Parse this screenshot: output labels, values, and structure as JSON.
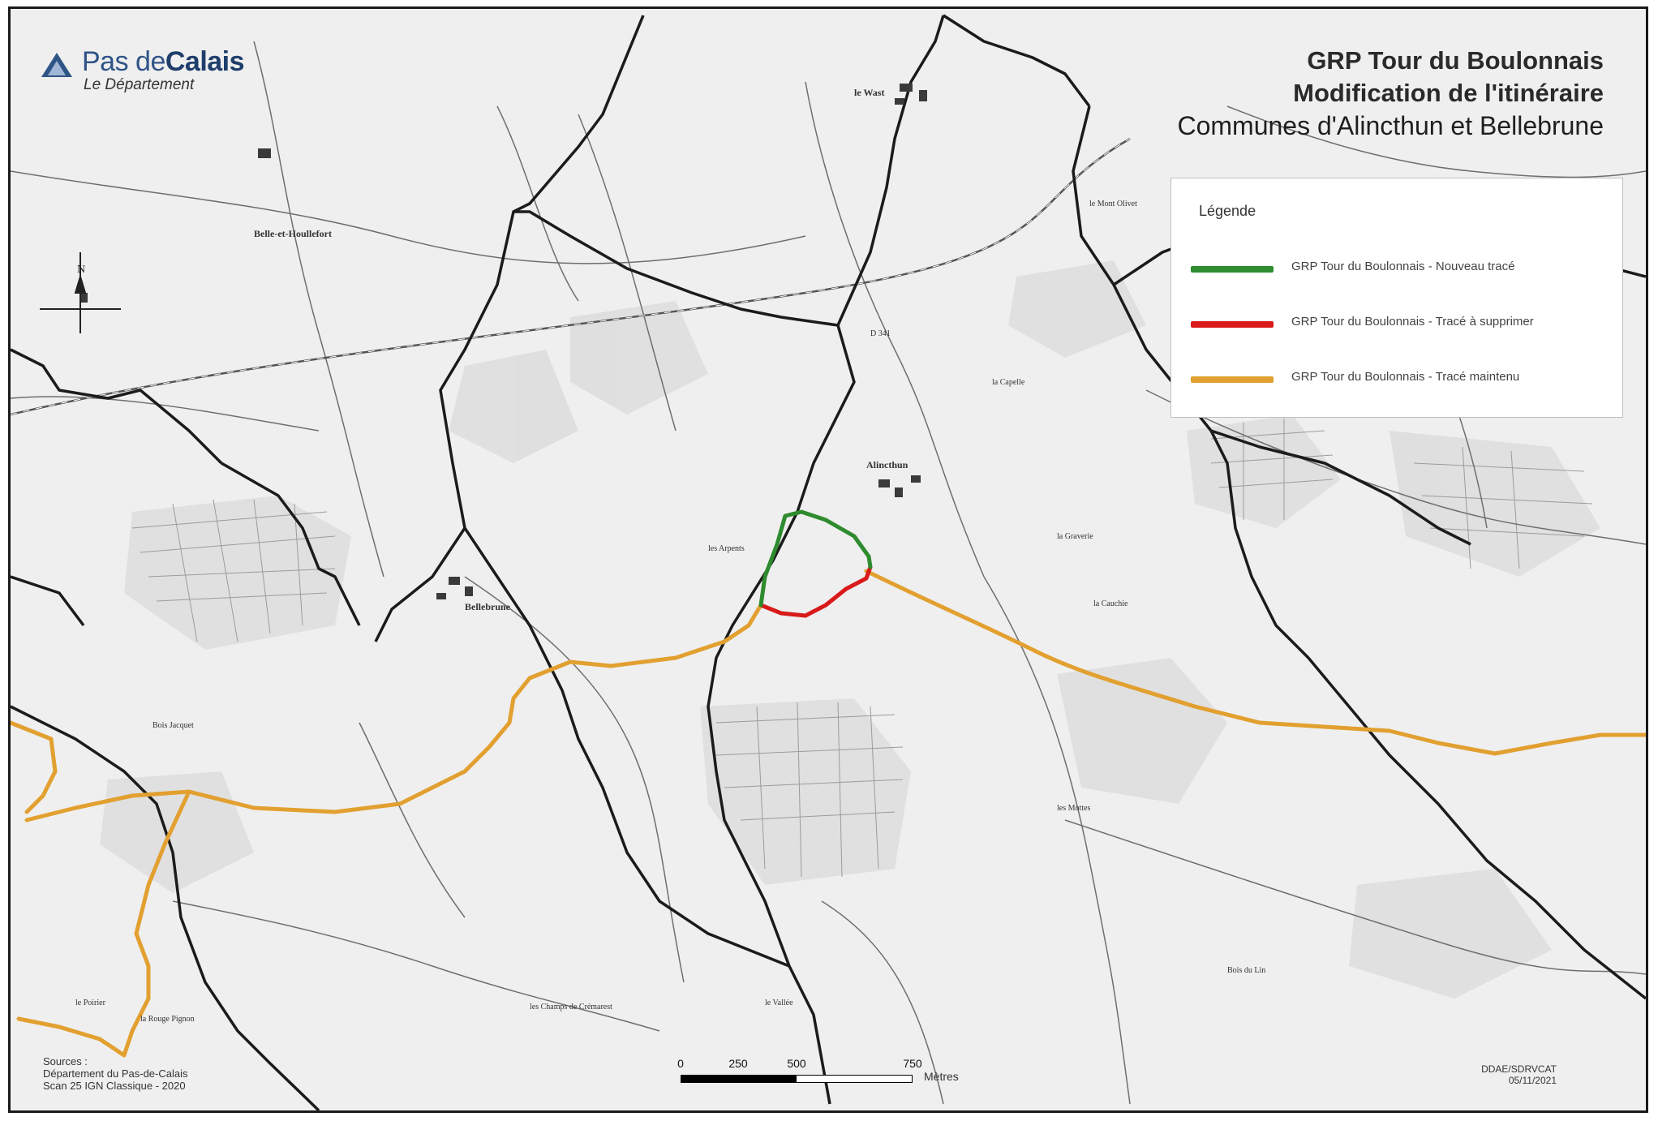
{
  "logo": {
    "name_light": "Pas de",
    "name_bold": "Calais",
    "subtitle": "Le Département"
  },
  "title": {
    "line1": "GRP Tour du Boulonnais",
    "line2": "Modification de l'itinéraire",
    "line3": "Communes d'Alincthun et Bellebrune"
  },
  "legend": {
    "title": "Légende",
    "items": [
      {
        "label": "GRP Tour du Boulonnais - Nouveau tracé",
        "color": "#2e8b2e"
      },
      {
        "label": "GRP Tour du Boulonnais - Tracé à supprimer",
        "color": "#d91a1a"
      },
      {
        "label": "GRP Tour du Boulonnais - Tracé maintenu",
        "color": "#e2a030"
      }
    ]
  },
  "places": [
    {
      "name": "le Wast"
    },
    {
      "name": "Belle-et-Houllefort"
    },
    {
      "name": "Alincthun"
    },
    {
      "name": "Bellebrune"
    },
    {
      "name": "la Capelle"
    },
    {
      "name": "les Arpents"
    },
    {
      "name": "le Mont Olivet"
    },
    {
      "name": "Bois Jacquet"
    },
    {
      "name": "la Cauchie"
    },
    {
      "name": "le Poirier"
    },
    {
      "name": "la Rouge Pignon"
    },
    {
      "name": "les Champs de Crémarest"
    },
    {
      "name": "le Vallée"
    },
    {
      "name": "Bois du Lin"
    },
    {
      "name": "les Mottes"
    },
    {
      "name": "la Graverie"
    }
  ],
  "roads": {
    "main": "D 341"
  },
  "scale": {
    "ticks": [
      "0",
      "250",
      "500",
      "750"
    ],
    "unit": "Mètres"
  },
  "sources": {
    "line1": "Sources :",
    "line2": "Département du Pas-de-Calais",
    "line3": "Scan 25 IGN Classique - 2020"
  },
  "reference": {
    "line1": "DDAE/SDRVCAT",
    "line2": "05/11/2021"
  }
}
